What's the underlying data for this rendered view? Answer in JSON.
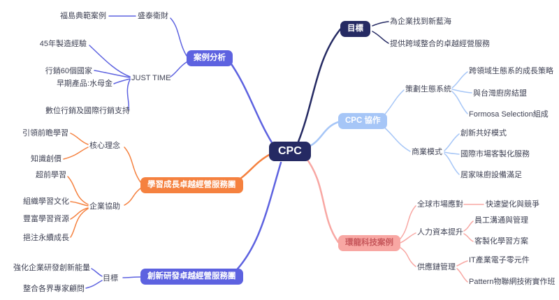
{
  "title": "CPC mind map",
  "colors": {
    "center_box": "#252a63",
    "case_analysis": "#5d62e0",
    "goal": "#252a63",
    "cpc_collab": "#a6c6f7",
    "learning": "#f5813f",
    "innovation": "#5d62e0",
    "tech_case": "#f8a7a3",
    "tech_case_text": "#c7585c",
    "text_node": "#3f4254"
  },
  "center": {
    "label": "CPC"
  },
  "branches": {
    "case_analysis": {
      "label": "案例分析",
      "children": {
        "shengtai": {
          "label": "盛泰衛財",
          "leaf": "福島典範案例"
        },
        "just_time": {
          "label": "JUST TIME",
          "leaves": [
            "45年製造經驗",
            "行銷60個國家",
            "早期產品:水母金",
            "數位行銷及國際行銷支持"
          ]
        }
      }
    },
    "goal": {
      "label": "目標",
      "leaves": [
        "為企業找到新藍海",
        "提供跨域整合的卓越經營服務"
      ]
    },
    "cpc_collab": {
      "label": "CPC 協作",
      "children": {
        "ecosystem": {
          "label": "策劃生態系統",
          "leaves": [
            "跨領域生態系的成長策略",
            "與台灣廚房結盟",
            "Formosa Selection組成"
          ]
        },
        "business_model": {
          "label": "商業模式",
          "leaves": [
            "創新共好模式",
            "國際市場客製化服務",
            "居家味廚設備滿足"
          ]
        }
      }
    },
    "learning": {
      "label": "學習成長卓越經營服務團",
      "children": {
        "core_values": {
          "label": "核心理念",
          "leaves": [
            "引領前瞻學習",
            "知識創價"
          ]
        },
        "enterprise_assist": {
          "label": "企業協助",
          "leaves": [
            "超前學習",
            "組織學習文化",
            "豐富學習資源",
            "挹注永續成長"
          ]
        }
      }
    },
    "innovation": {
      "label": "創新研發卓越經營服務團",
      "children": {
        "goal": {
          "label": "目標",
          "leaves": [
            "強化企業研發創新能量",
            "整合各界專家顧問"
          ]
        }
      }
    },
    "tech_case": {
      "label": "環龍科技案例",
      "children": {
        "global_market": {
          "label": "全球市場應對",
          "leaves": [
            "快速變化與競爭"
          ]
        },
        "human_capital": {
          "label": "人力資本提升",
          "leaves": [
            "員工溝通與管理",
            "客製化學習方案"
          ]
        },
        "supply_chain": {
          "label": "供應鏈管理",
          "leaves": [
            "IT產業電子零元件",
            "Pattern物聯網技術實作班"
          ]
        }
      }
    }
  }
}
